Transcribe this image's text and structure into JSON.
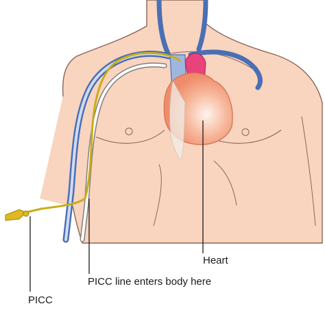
{
  "labels": {
    "heart": "Heart",
    "entry": "PICC line enters body here",
    "picc": "PICC"
  },
  "colors": {
    "skin": "#f9d4bf",
    "skin_outline": "#8b6557",
    "vein_blue": "#4a6fb5",
    "vein_light": "#9fb6de",
    "heart_main": "#f4a183",
    "heart_highlight": "#fde6dc",
    "atrium_pink": "#e8437a",
    "catheter_yellow": "#c9ad16",
    "catheter_tip": "#e0b81f",
    "leader_line": "#1a1a1a"
  }
}
